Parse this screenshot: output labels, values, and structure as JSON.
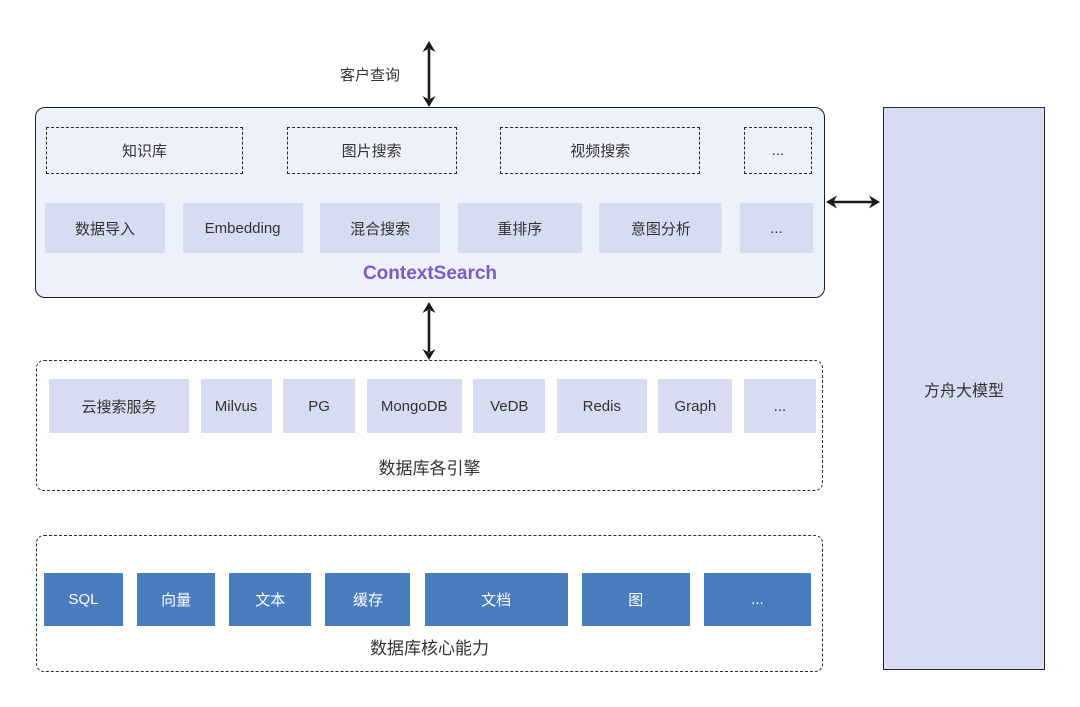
{
  "diagram": {
    "client_query_label": "客户查询",
    "context_search": {
      "title": "ContextSearch",
      "scenarios": [
        "知识库",
        "图片搜索",
        "视频搜索",
        "..."
      ],
      "capabilities": [
        "数据导入",
        "Embedding",
        "混合搜索",
        "重排序",
        "意图分析",
        "..."
      ]
    },
    "engines": {
      "label": "数据库各引擎",
      "items": [
        "云搜索服务",
        "Milvus",
        "PG",
        "MongoDB",
        "VeDB",
        "Redis",
        "Graph",
        "..."
      ]
    },
    "core_capabilities": {
      "label": "数据库核心能力",
      "items": [
        "SQL",
        "向量",
        "文本",
        "缓存",
        "文档",
        "图",
        "..."
      ]
    },
    "right_panel": {
      "label": "方舟大模型"
    },
    "colors": {
      "accent_purple": "#7a5bc8",
      "light_item_fill": "#d8dcf2",
      "dark_item_fill": "#4a7dc0",
      "main_box_fill": "#edf1fa",
      "right_panel_fill": "#d7dcf3",
      "line_ink": "#1f1f1f"
    }
  }
}
